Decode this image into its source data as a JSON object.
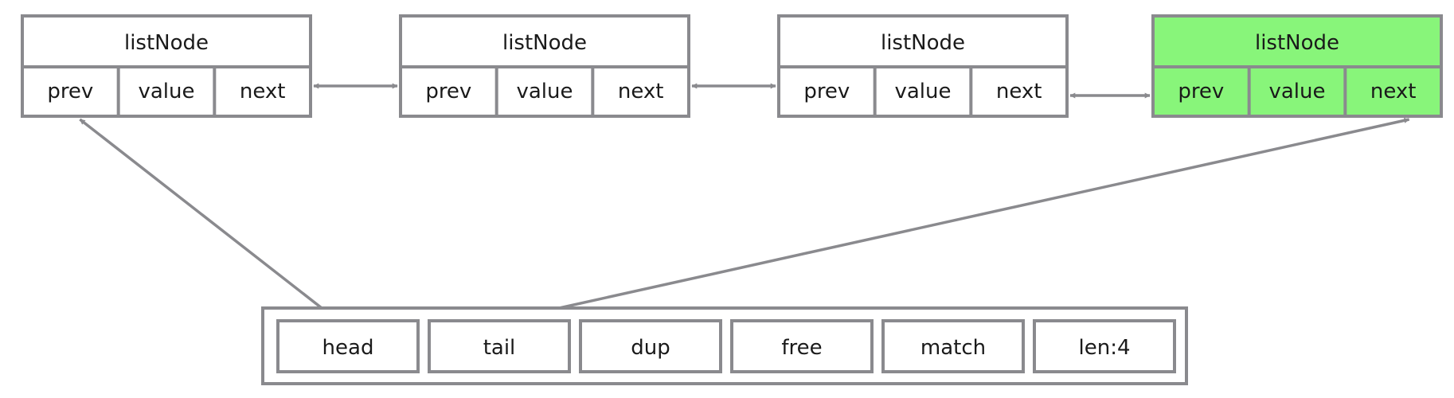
{
  "colors": {
    "stroke": "#8a8a8e",
    "node_fill": "#ffffff",
    "tail_node_fill": "#88f57a",
    "text": "#1a1a1a"
  },
  "nodes": [
    {
      "title": "listNode",
      "fields": [
        "prev",
        "value",
        "next"
      ],
      "highlight": false
    },
    {
      "title": "listNode",
      "fields": [
        "prev",
        "value",
        "next"
      ],
      "highlight": false
    },
    {
      "title": "listNode",
      "fields": [
        "prev",
        "value",
        "next"
      ],
      "highlight": false
    },
    {
      "title": "listNode",
      "fields": [
        "prev",
        "value",
        "next"
      ],
      "highlight": true
    }
  ],
  "list_struct": {
    "fields": [
      "head",
      "tail",
      "dup",
      "free",
      "match",
      "len:4"
    ]
  }
}
